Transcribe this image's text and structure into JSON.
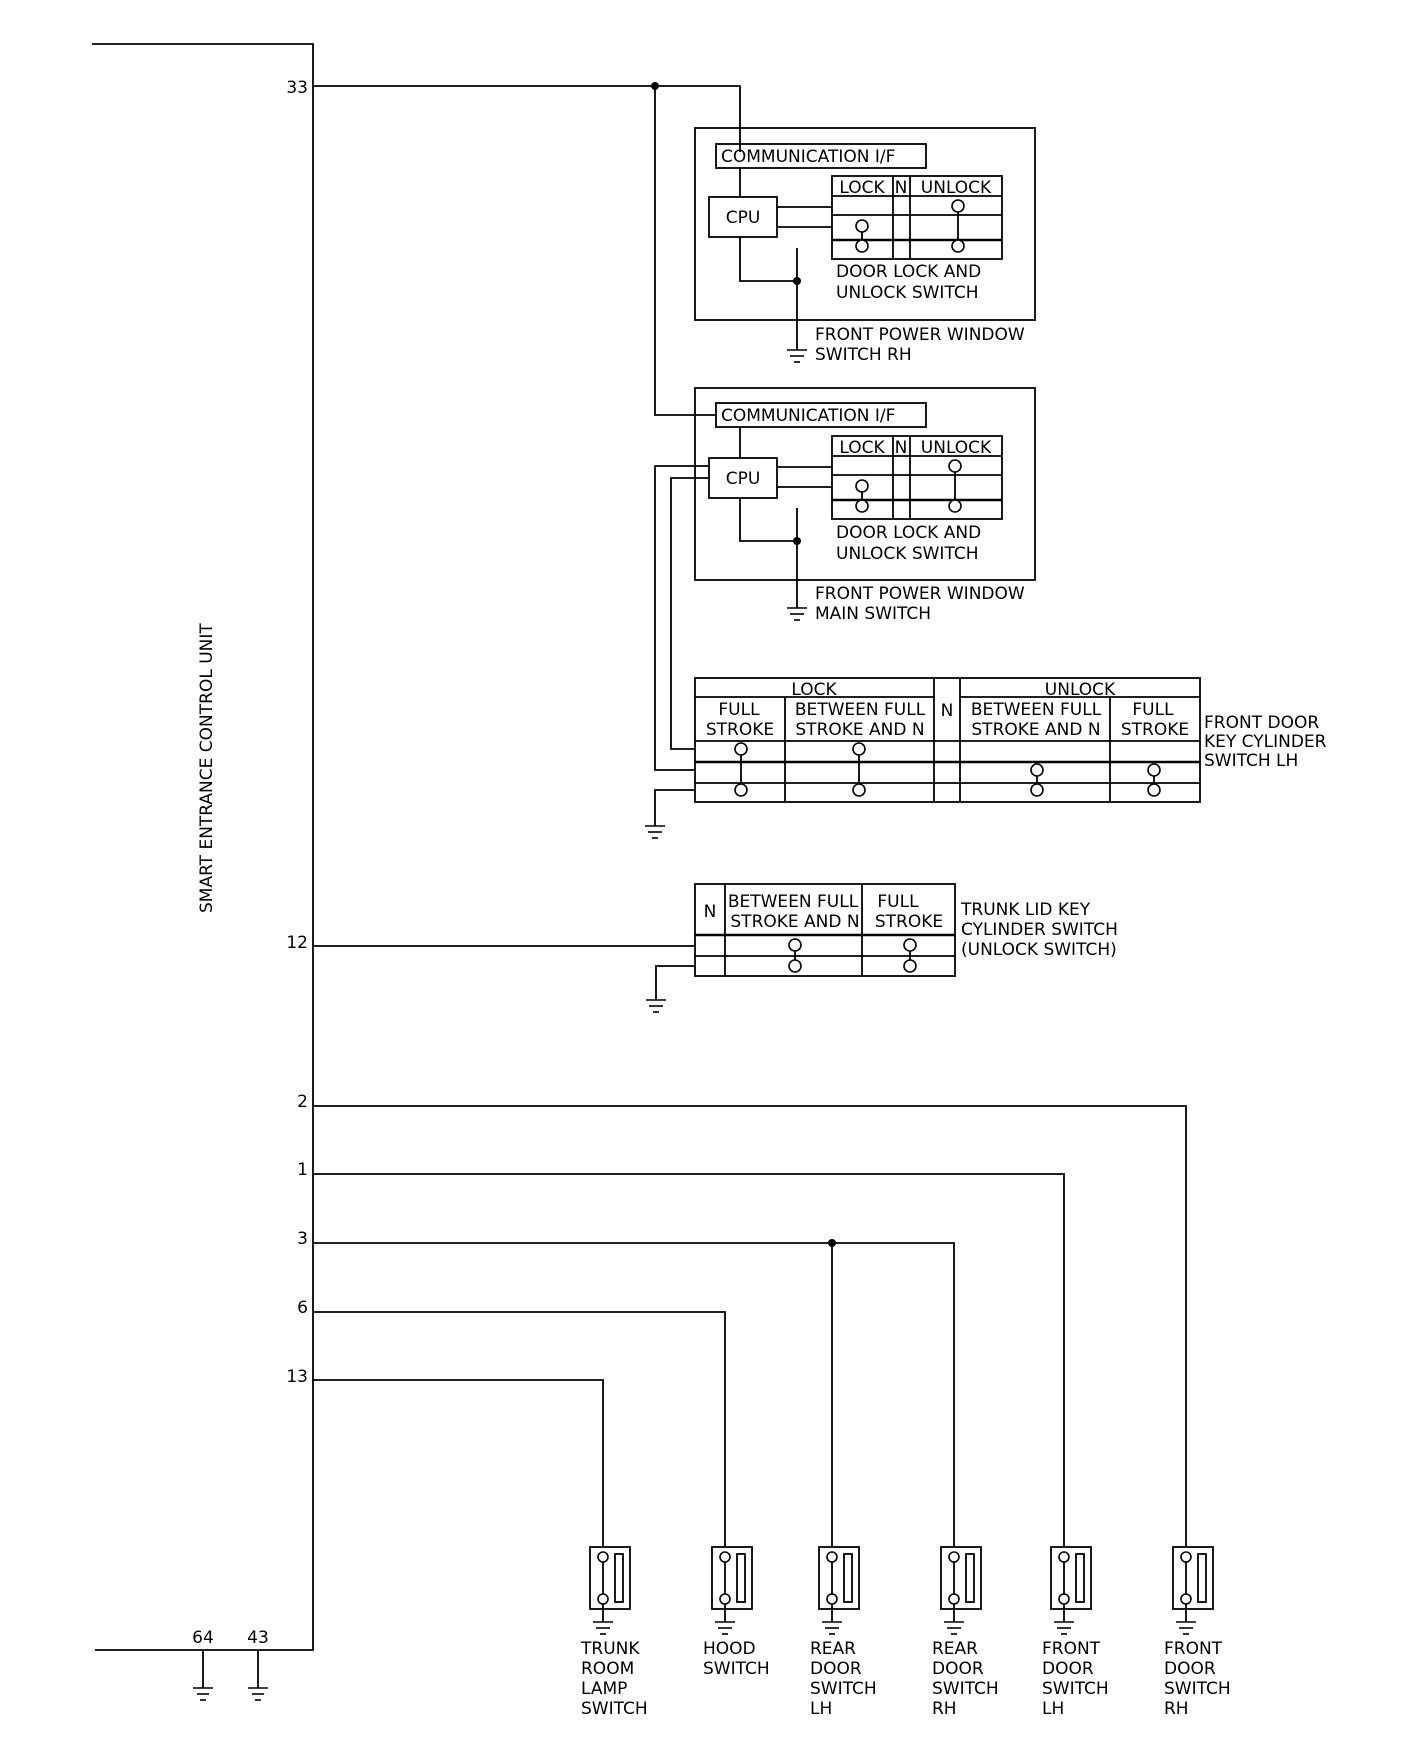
{
  "control_unit": {
    "label": "SMART ENTRANCE CONTROL UNIT",
    "pins": {
      "p33": "33",
      "p12": "12",
      "p2": "2",
      "p1": "1",
      "p3": "3",
      "p6": "6",
      "p13": "13",
      "p64": "64",
      "p43": "43"
    }
  },
  "pw_switch_rh": {
    "comm": "COMMUNICATION I/F",
    "cpu": "CPU",
    "lock": "LOCK",
    "n": "N",
    "unlock": "UNLOCK",
    "switch_line1": "DOOR LOCK AND",
    "switch_line2": "UNLOCK SWITCH",
    "name_line1": "FRONT POWER WINDOW",
    "name_line2": "SWITCH RH"
  },
  "pw_main_switch": {
    "comm": "COMMUNICATION I/F",
    "cpu": "CPU",
    "lock": "LOCK",
    "n": "N",
    "unlock": "UNLOCK",
    "switch_line1": "DOOR LOCK AND",
    "switch_line2": "UNLOCK SWITCH",
    "name_line1": "FRONT POWER WINDOW",
    "name_line2": "MAIN SWITCH"
  },
  "key_cyl_lh": {
    "lock": "LOCK",
    "unlock": "UNLOCK",
    "n": "N",
    "full_1": "FULL",
    "full_2": "STROKE",
    "between_1": "BETWEEN FULL",
    "between_2": "STROKE AND N",
    "name_line1": "FRONT DOOR",
    "name_line2": "KEY CYLINDER",
    "name_line3": "SWITCH LH"
  },
  "trunk_key": {
    "n": "N",
    "between_1": "BETWEEN FULL",
    "between_2": "STROKE AND N",
    "full_1": "FULL",
    "full_2": "STROKE",
    "name_line1": "TRUNK LID KEY",
    "name_line2": "CYLINDER SWITCH",
    "name_line3": "(UNLOCK SWITCH)"
  },
  "door_switches": [
    {
      "lines": [
        "TRUNK",
        "ROOM",
        "LAMP",
        "SWITCH"
      ]
    },
    {
      "lines": [
        "HOOD",
        "SWITCH"
      ]
    },
    {
      "lines": [
        "REAR",
        "DOOR",
        "SWITCH",
        "LH"
      ]
    },
    {
      "lines": [
        "REAR",
        "DOOR",
        "SWITCH",
        "RH"
      ]
    },
    {
      "lines": [
        "FRONT",
        "DOOR",
        "SWITCH",
        "LH"
      ]
    },
    {
      "lines": [
        "FRONT",
        "DOOR",
        "SWITCH",
        "RH"
      ]
    }
  ]
}
